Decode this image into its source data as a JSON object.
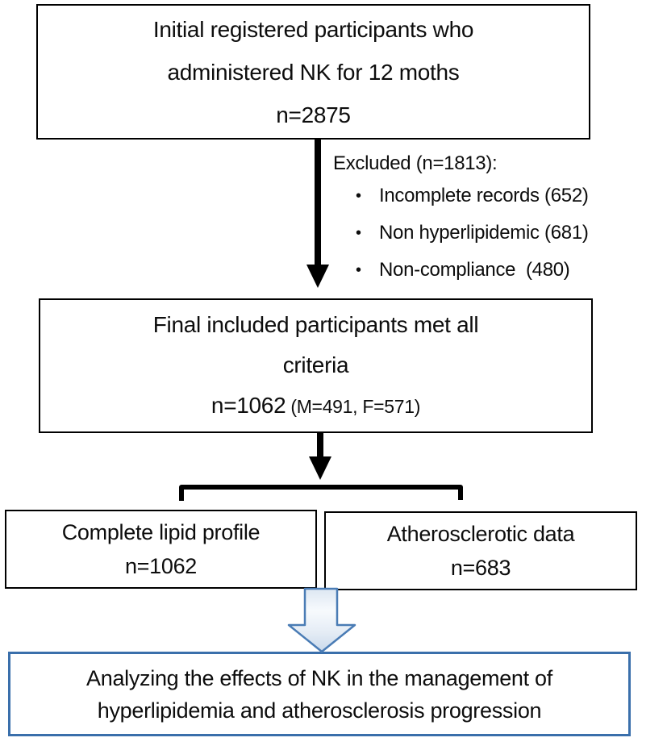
{
  "flow": {
    "box_initial": {
      "line1": "Initial registered participants who",
      "line2": "administered NK for 12 moths",
      "line3": "n=2875"
    },
    "excluded": {
      "title": "Excluded (n=1813):",
      "bullet": "•",
      "items": [
        "Incomplete records (652)",
        "Non hyperlipidemic (681)",
        "Non-compliance  (480)"
      ]
    },
    "box_final": {
      "line1": "Final included participants met all",
      "line2": "criteria",
      "n_main": "n=1062",
      "n_detail": "(M=491, F=571)"
    },
    "box_lipid": {
      "line1": "Complete lipid profile",
      "line2": "n=1062"
    },
    "box_athero": {
      "line1": "Atherosclerotic data",
      "line2": "n=683"
    },
    "box_analysis": {
      "line1": "Analyzing the effects of NK in the management of",
      "line2": "hyperlipidemia and atherosclerosis progression"
    }
  },
  "colors": {
    "background": "#ffffff",
    "text": "#0d0d0d",
    "box_border": "#000000",
    "connector_black": "#000000",
    "analysis_box_border": "#3a6fab",
    "block_arrow_stroke": "#4a7cb5",
    "block_arrow_fill_top": "#dde7f2",
    "block_arrow_fill_light": "#f7fafd",
    "block_arrow_fill_bottom": "#c9d9eb"
  }
}
